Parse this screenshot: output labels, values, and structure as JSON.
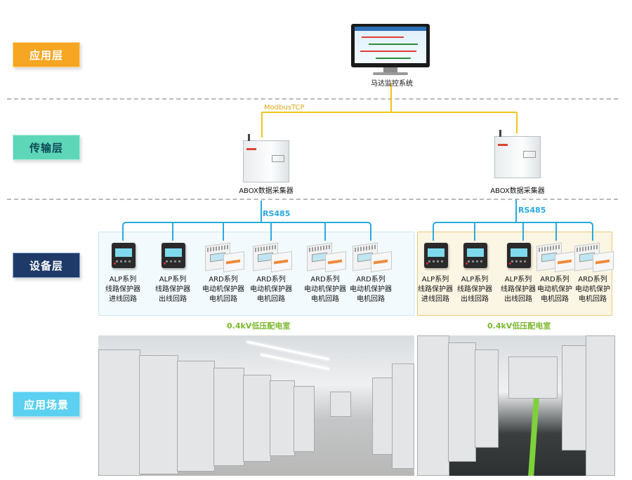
{
  "layers": {
    "application": "应用层",
    "transport": "传输层",
    "device": "设备层",
    "scene": "应用场景"
  },
  "system": {
    "monitor_caption": "马达监控系统",
    "protocol_top": "ModbusTCP",
    "collector_left": "ABOX数据采集器",
    "collector_right": "ABOX数据采集器",
    "rs485_left": "RS485",
    "rs485_right": "RS485"
  },
  "rooms": {
    "left_title": "0.4kV低压配电室",
    "right_title": "0.4kV低压配电室"
  },
  "devices_left": [
    {
      "type": "ALP",
      "line1": "ALP系列",
      "line2": "线路保护器",
      "line3": "进线回路"
    },
    {
      "type": "ALP",
      "line1": "ALP系列",
      "line2": "线路保护器",
      "line3": "出线回路"
    },
    {
      "type": "ARD",
      "line1": "ARD系列",
      "line2": "电动机保护器",
      "line3": "电机回路"
    },
    {
      "type": "ARD",
      "line1": "ARD系列",
      "line2": "电动机保护器",
      "line3": "电机回路"
    },
    {
      "type": "ARD",
      "line1": "ARD系列",
      "line2": "电动机保护器",
      "line3": "电机回路"
    },
    {
      "type": "ARD",
      "line1": "ARD系列",
      "line2": "电动机保护器",
      "line3": "电机回路"
    }
  ],
  "devices_right": [
    {
      "type": "ALP",
      "line1": "ALP系列",
      "line2": "线路保护器",
      "line3": "进线回路"
    },
    {
      "type": "ALP",
      "line1": "ALP系列",
      "line2": "线路保护器",
      "line3": "出线回路"
    },
    {
      "type": "ALP",
      "line1": "ALP系列",
      "line2": "线路保护器",
      "line3": "出线回路"
    },
    {
      "type": "ARD",
      "line1": "ARD系列",
      "line2": "电动机保护",
      "line3": "电机回路"
    },
    {
      "type": "ARD",
      "line1": "ARD系列",
      "line2": "电动机保护",
      "line3": "电机回路"
    }
  ],
  "colors": {
    "tcp_line": "#f0c419",
    "rs485_line": "#29a9e0",
    "room_title": "#7cb82f"
  }
}
